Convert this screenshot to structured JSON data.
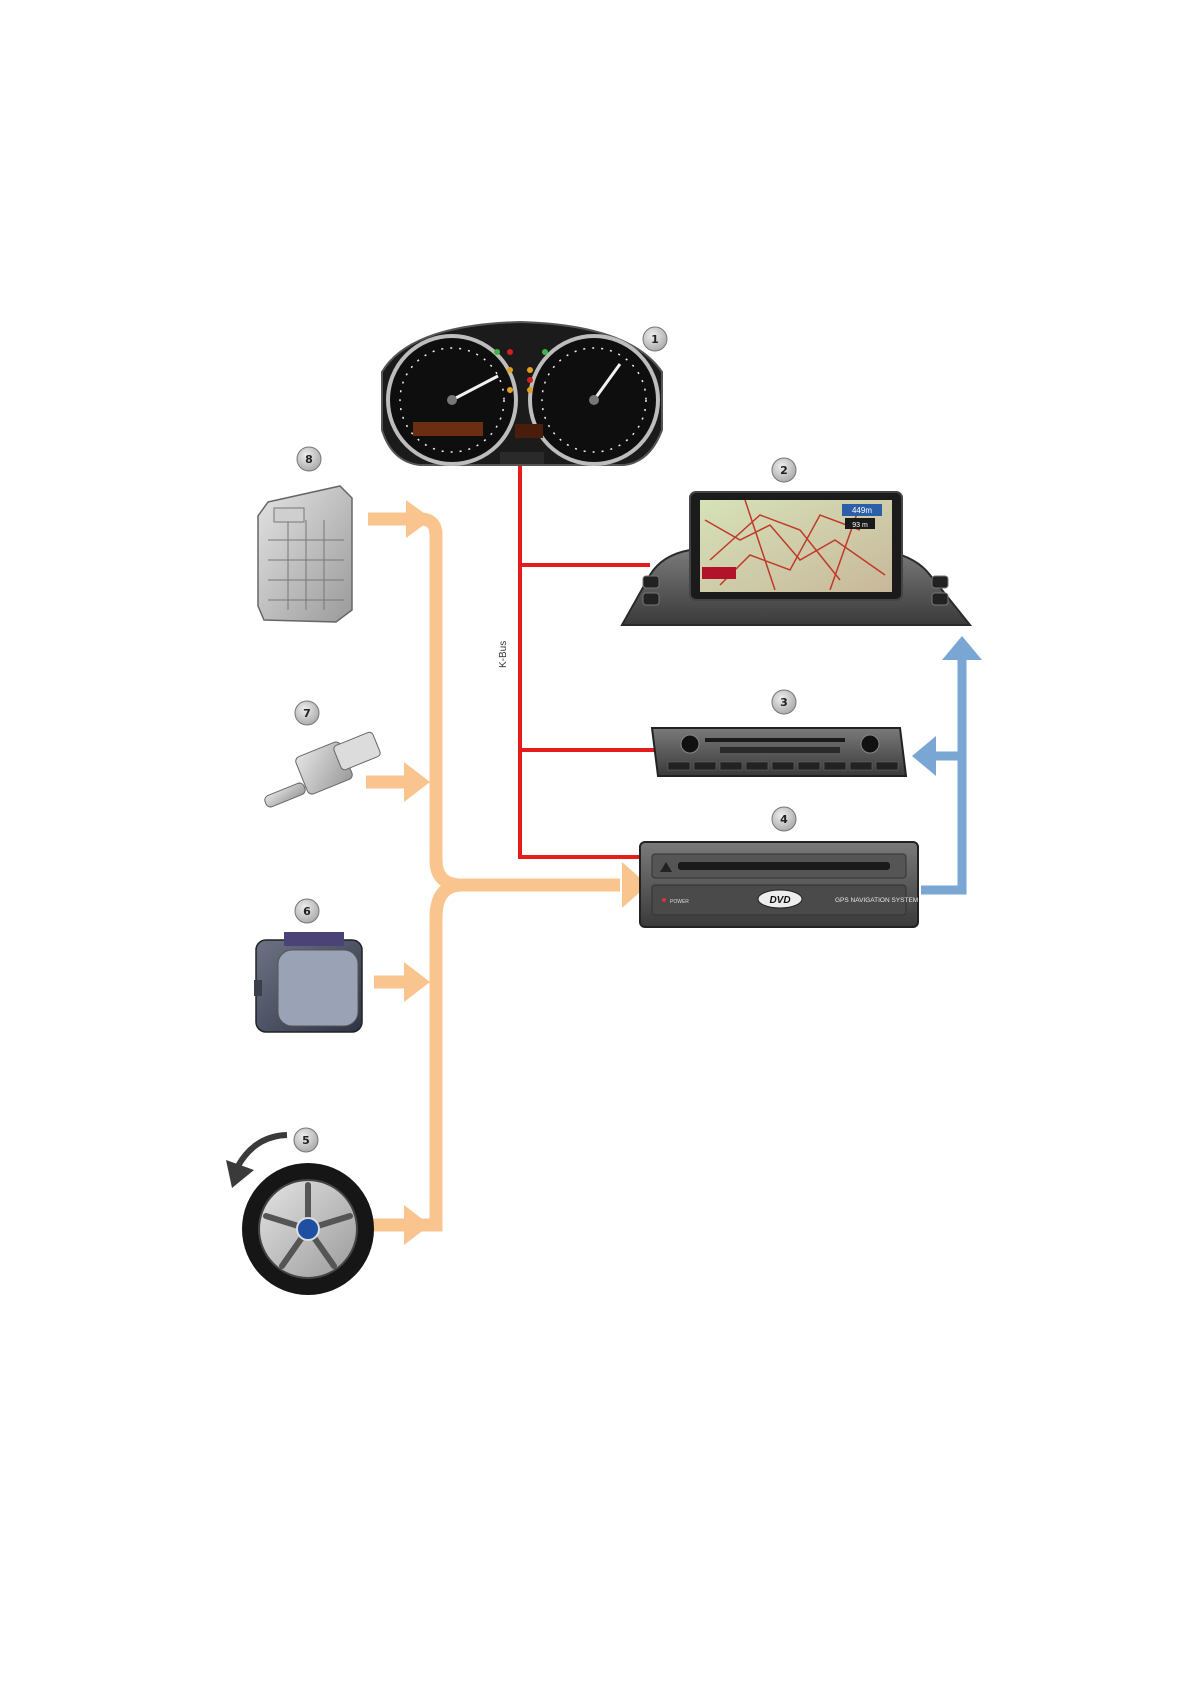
{
  "diagram": {
    "bus_label": "K-Bus",
    "badges": {
      "b1": "1",
      "b2": "2",
      "b3": "3",
      "b4": "4",
      "b5": "5",
      "b6": "6",
      "b7": "7",
      "b8": "8"
    },
    "navigation_screen": {
      "distance_top": "449m",
      "distance_bottom": "93 m"
    },
    "nav_module": {
      "dvd_logo": "DVD",
      "system_label": "GPS NAVIGATION SYSTEM",
      "power_label": "POWER"
    },
    "colors": {
      "kbus_line": "#e51c1c",
      "signal_input": "#f9c48d",
      "nav_output": "#7aa6d4",
      "badge_fill": "#c9c9c9"
    },
    "icons": [
      "instrument-cluster-icon",
      "navigation-monitor-icon",
      "radio-unit-icon",
      "navigation-computer-icon",
      "wheel-icon",
      "gyro-sensor-icon",
      "reversing-sensor-icon",
      "control-module-icon"
    ]
  }
}
